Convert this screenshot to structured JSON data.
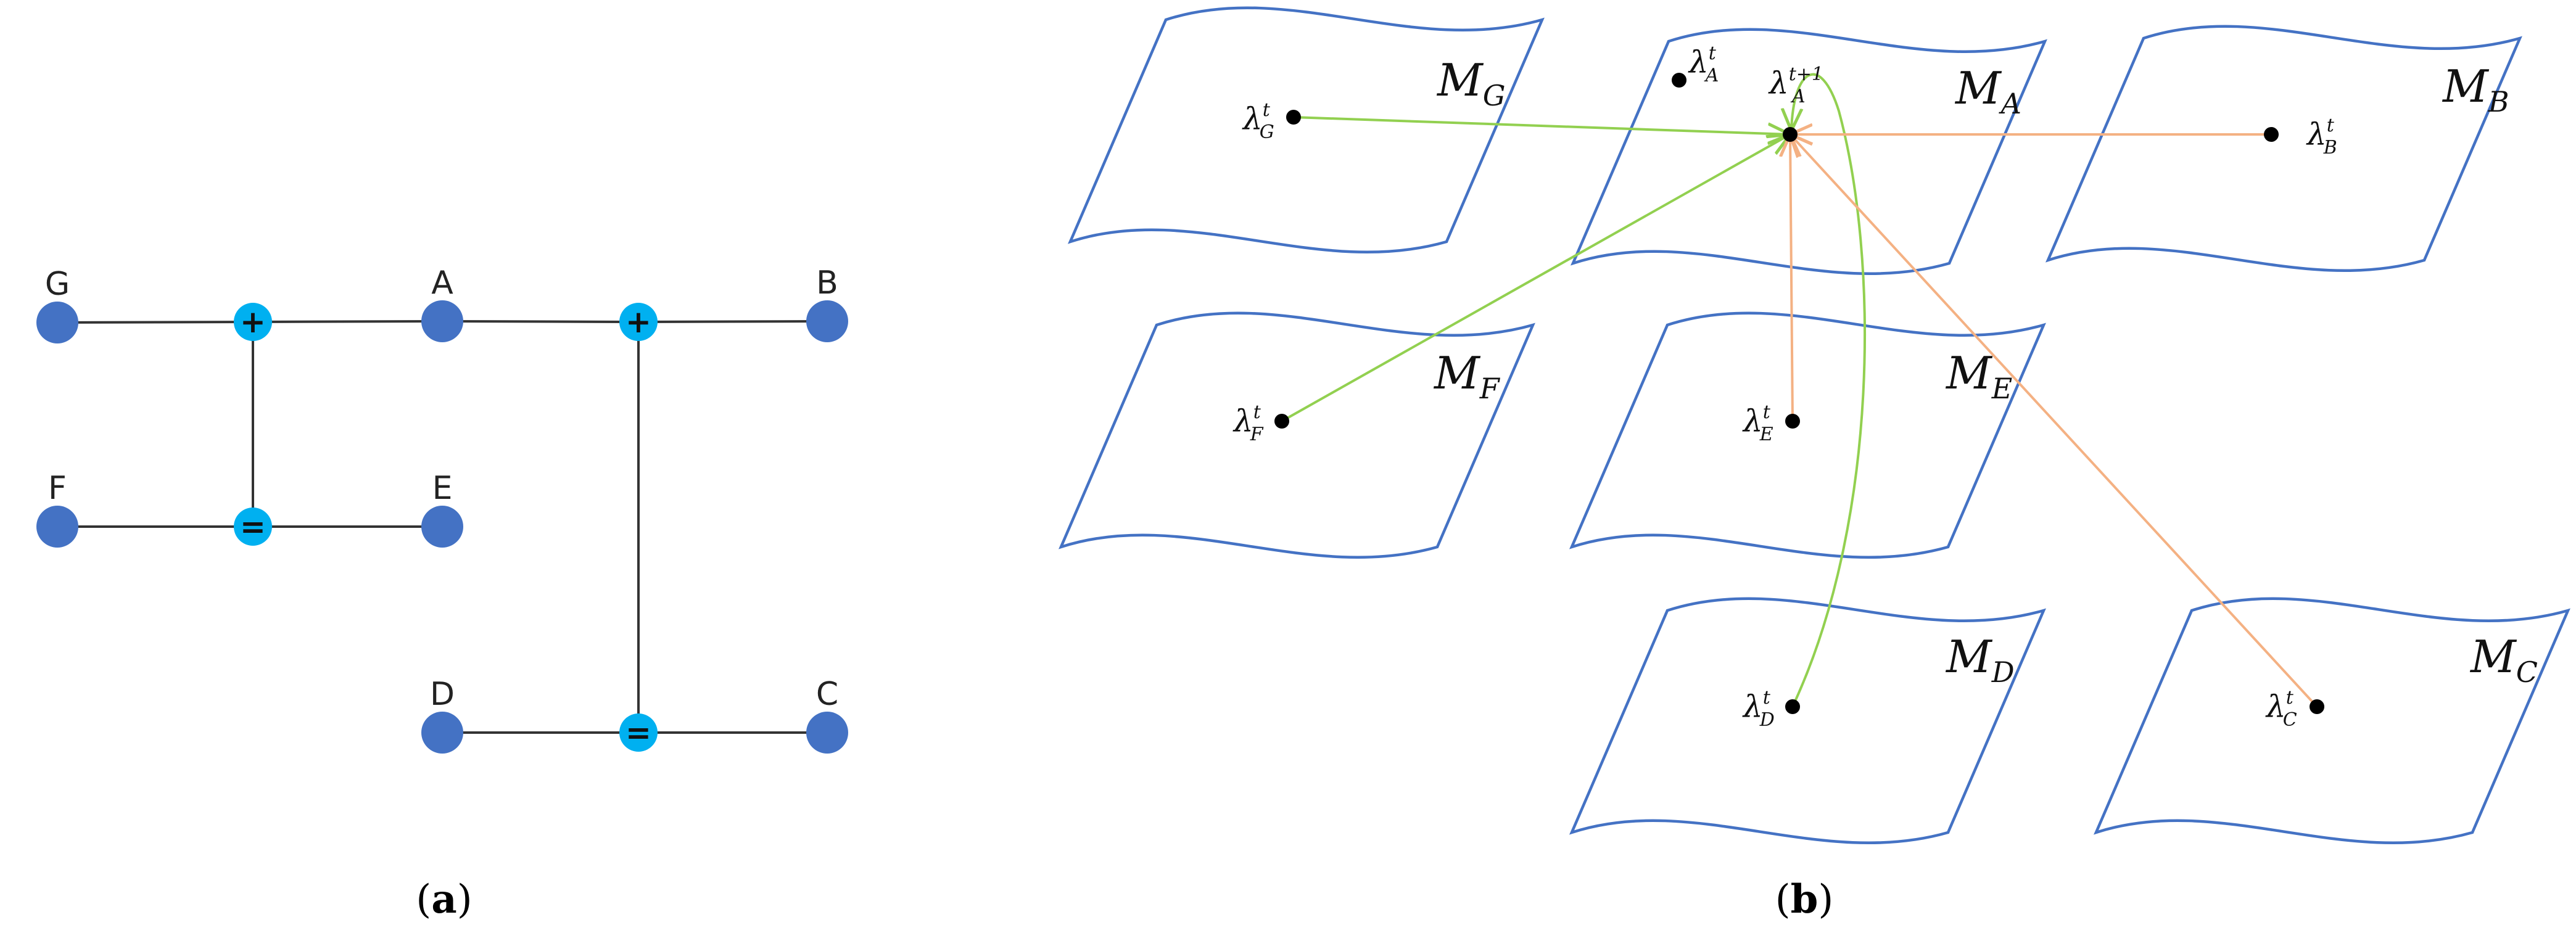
{
  "panel_a": {
    "caption": {
      "open": "(",
      "letter": "a",
      "close": ")"
    },
    "nodes": [
      {
        "id": "G",
        "label": "G"
      },
      {
        "id": "A",
        "label": "A"
      },
      {
        "id": "B",
        "label": "B"
      },
      {
        "id": "F",
        "label": "F"
      },
      {
        "id": "E",
        "label": "E"
      },
      {
        "id": "D",
        "label": "D"
      },
      {
        "id": "C",
        "label": "C"
      }
    ],
    "operators": [
      {
        "id": "op1",
        "symbol": "+"
      },
      {
        "id": "op2",
        "symbol": "+"
      },
      {
        "id": "op3",
        "symbol": "="
      },
      {
        "id": "op4",
        "symbol": "="
      }
    ],
    "edges": [
      {
        "from": "G",
        "to": "op1"
      },
      {
        "from": "op1",
        "to": "A"
      },
      {
        "from": "A",
        "to": "op2"
      },
      {
        "from": "op2",
        "to": "B"
      },
      {
        "from": "F",
        "to": "op3"
      },
      {
        "from": "op3",
        "to": "E"
      },
      {
        "from": "op1",
        "to": "op3"
      },
      {
        "from": "D",
        "to": "op4"
      },
      {
        "from": "op4",
        "to": "C"
      },
      {
        "from": "op2",
        "to": "op4"
      }
    ],
    "colors": {
      "node": "#4472C4",
      "operator": "#00B0F0",
      "edge": "#333333"
    }
  },
  "panel_b": {
    "caption": {
      "open": "(",
      "letter": "b",
      "close": ")"
    },
    "manifolds": [
      {
        "id": "G",
        "label": "M",
        "sub": "G"
      },
      {
        "id": "A",
        "label": "M",
        "sub": "A"
      },
      {
        "id": "B",
        "label": "M",
        "sub": "B"
      },
      {
        "id": "F",
        "label": "M",
        "sub": "F"
      },
      {
        "id": "E",
        "label": "M",
        "sub": "E"
      },
      {
        "id": "D",
        "label": "M",
        "sub": "D"
      },
      {
        "id": "C",
        "label": "M",
        "sub": "C"
      }
    ],
    "points": [
      {
        "id": "G",
        "symbol": "λ",
        "sup": "t",
        "sub": "G"
      },
      {
        "id": "A_prev",
        "symbol": "λ",
        "sup": "t",
        "sub": "A"
      },
      {
        "id": "A_next",
        "symbol": "λ",
        "sup": "t+1",
        "sub": "A"
      },
      {
        "id": "B",
        "symbol": "λ",
        "sup": "t",
        "sub": "B"
      },
      {
        "id": "F",
        "symbol": "λ",
        "sup": "t",
        "sub": "F"
      },
      {
        "id": "E",
        "symbol": "λ",
        "sup": "t",
        "sub": "E"
      },
      {
        "id": "D",
        "symbol": "λ",
        "sup": "t",
        "sub": "D"
      },
      {
        "id": "C",
        "symbol": "λ",
        "sup": "t",
        "sub": "C"
      }
    ],
    "arrows": [
      {
        "from": "G",
        "to": "A_next",
        "kind": "green"
      },
      {
        "from": "F",
        "to": "A_next",
        "kind": "green"
      },
      {
        "from": "D",
        "to": "A_next",
        "kind": "green"
      },
      {
        "from": "B",
        "to": "A_next",
        "kind": "orange"
      },
      {
        "from": "E",
        "to": "A_next",
        "kind": "orange"
      },
      {
        "from": "C",
        "to": "A_next",
        "kind": "orange"
      }
    ],
    "colors": {
      "manifold": "#4472C4",
      "green": "#92D050",
      "orange": "#F4B183",
      "point": "#000000"
    }
  }
}
